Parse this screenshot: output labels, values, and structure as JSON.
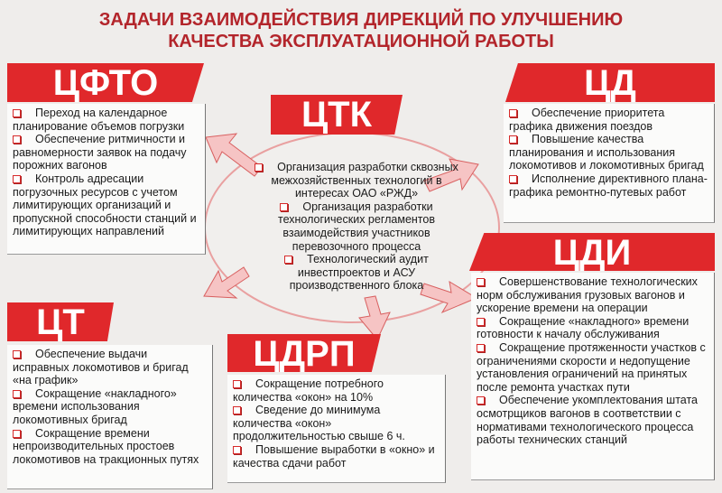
{
  "title": [
    "ЗАДАЧИ ВЗАИМОДЕЙСТВИЯ ДИРЕКЦИЙ ПО УЛУЧШЕНИЮ",
    "КАЧЕСТВА ЭКСПЛУАТАЦИОННОЙ РАБОТЫ"
  ],
  "colors": {
    "accent": "#e0282b",
    "title": "#b3252b",
    "arrow": "#f4b8b8"
  },
  "ctk": {
    "name": "ЦТК",
    "items": [
      "Организация разработки сквозных межхозяйственных технологий в интересах ОАО «РЖД»",
      "Организация разработки технологических регламентов взаимодействия участников перевозочного процесса",
      "Технологический аудит инвестпроектов и АСУ производственного блока"
    ]
  },
  "cfto": {
    "name": "ЦФТО",
    "items": [
      "Переход на календарное планирование объемов погрузки",
      "Обеспечение ритмичности и равномерности заявок на подачу порожних вагонов",
      "Контроль адресации погрузочных ресурсов с учетом лимитирующих организаций и пропускной способности станций и лимитирующих направлений"
    ]
  },
  "cd": {
    "name": "ЦД",
    "items": [
      "Обеспечение приоритета графика движения поездов",
      "Повышение качества планирования и использования локомотивов и локомотивных бригад",
      "Исполнение директивного плана-графика ремонтно-путевых работ"
    ]
  },
  "cdi": {
    "name": "ЦДИ",
    "items": [
      "Совершенствование технологических норм обслуживания грузовых вагонов и ускорение времени на операции",
      "Сокращение «накладного» времени готовности к началу обслуживания",
      "Сокращение протяженности участков с ограничениями скорости и недопущение установления ограничений на принятых после ремонта участках пути",
      "Обеспечение укомплектования штата осмотрщиков вагонов в соответствии с нормативами технологического процесса работы технических станций"
    ]
  },
  "ct": {
    "name": "ЦТ",
    "items": [
      "Обеспечение выдачи исправных локомотивов и бригад «на график»",
      "Сокращение «накладного» времени использования локомотивных бригад",
      "Сокращение времени непроизводительных простоев локомотивов на тракционных путях"
    ]
  },
  "cdrp": {
    "name": "ЦДРП",
    "items": [
      "Сокращение потребного количества «окон» на 10%",
      "Сведение до минимума количества «окон» продолжительностью свыше 6 ч.",
      "Повышение выработки в «окно» и качества сдачи работ"
    ]
  }
}
